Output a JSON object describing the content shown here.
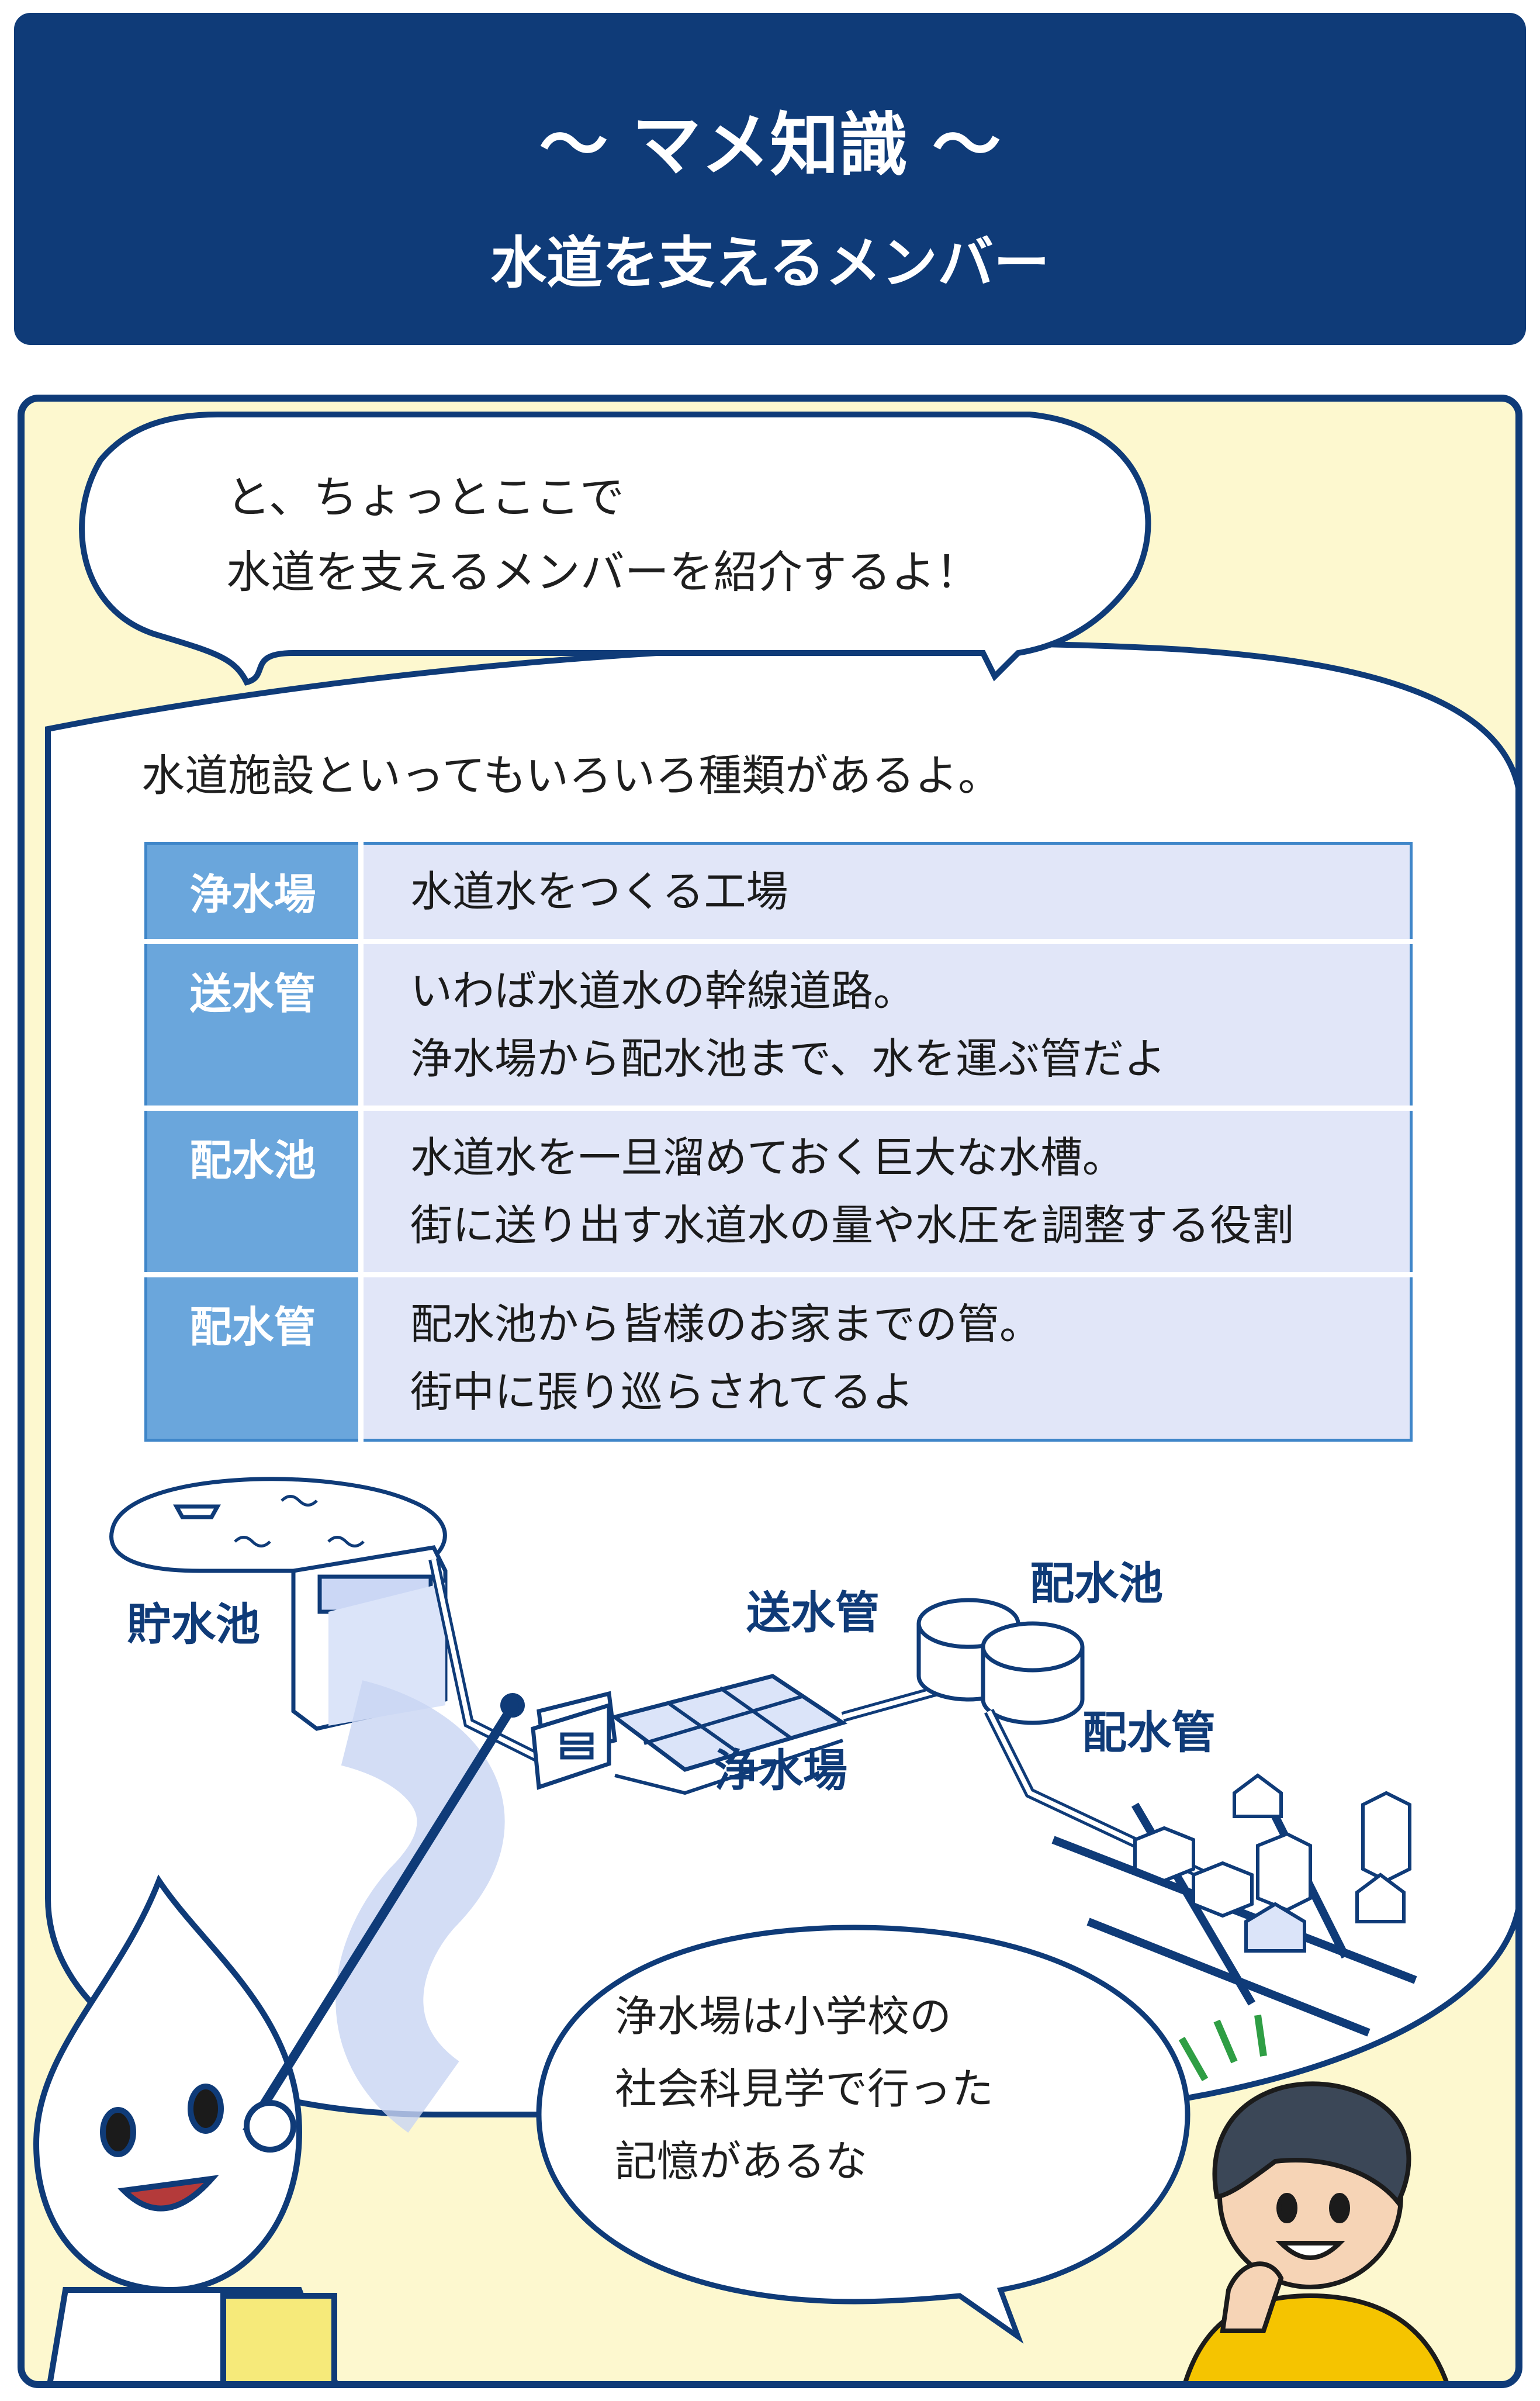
{
  "header": {
    "title": "〜 マメ知識 〜",
    "subtitle": "水道を支えるメンバー"
  },
  "speech_bubble_1": {
    "line1": "と、ちょっとここで",
    "line2": "水道を支えるメンバーを紹介するよ！"
  },
  "intro": "水道施設といってもいろいろ種類があるよ。",
  "facilities": [
    {
      "term": "浄水場",
      "line1": "水道水をつくる工場",
      "line2": ""
    },
    {
      "term": "送水管",
      "line1": "いわば水道水の幹線道路。",
      "line2": "浄水場から配水池まで、水を運ぶ管だよ"
    },
    {
      "term": "配水池",
      "line1": "水道水を一旦溜めておく巨大な水槽。",
      "line2": "街に送り出す水道水の量や水圧を調整する役割"
    },
    {
      "term": "配水管",
      "line1": "配水池から皆様のお家までの管。",
      "line2": "街中に張り巡らされてるよ"
    }
  ],
  "diagram_labels": {
    "reservoir": "貯水池",
    "transmission_pipe": "送水管",
    "distribution_reservoir": "配水池",
    "purification_plant": "浄水場",
    "distribution_pipe": "配水管"
  },
  "speech_bubble_2": {
    "line1": "浄水場は小学校の",
    "line2": "社会科見学で行った",
    "line3": "記憶があるな"
  },
  "colors": {
    "navy": "#0f3b78",
    "panel_bg": "#fdf8cf",
    "term_blue": "#6aa6dc",
    "desc_bg": "#e1e6f8"
  }
}
